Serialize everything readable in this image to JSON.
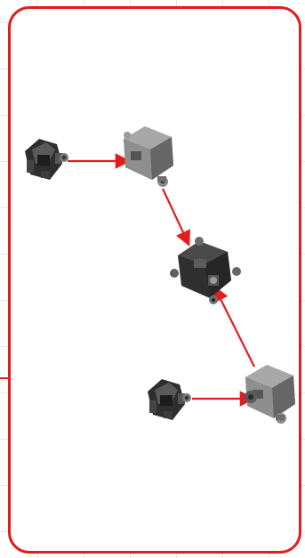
{
  "diagram": {
    "description_free": true,
    "colors": {
      "frame": "#e11d1d",
      "arrow": "#e11d1d",
      "module_dark": "#3a3a3a",
      "module_light": "#8c8c8c",
      "grid": "#b4b4b4"
    },
    "nodes": [
      {
        "id": "n1",
        "kind": "gripper-module",
        "shade": "dark"
      },
      {
        "id": "n2",
        "kind": "cube-module",
        "shade": "light"
      },
      {
        "id": "n3",
        "kind": "hub-module",
        "shade": "dark"
      },
      {
        "id": "n4",
        "kind": "gripper-module",
        "shade": "dark"
      },
      {
        "id": "n5",
        "kind": "cube-module",
        "shade": "light"
      }
    ],
    "edges": [
      {
        "from": "n1",
        "to": "n2"
      },
      {
        "from": "n2",
        "to": "n3"
      },
      {
        "from": "n5",
        "to": "n3"
      },
      {
        "from": "n4",
        "to": "n5"
      }
    ]
  }
}
